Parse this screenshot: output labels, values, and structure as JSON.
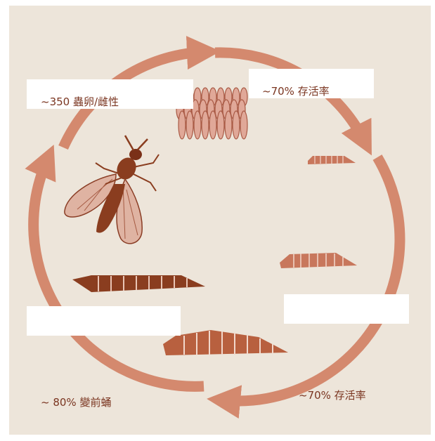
{
  "diagram": {
    "background_color": "#ede5da",
    "arrow_color": "#d4896e",
    "label_color": "#7a3520",
    "stages": [
      {
        "stage": "adult",
        "icon": "fly-icon"
      },
      {
        "stage": "eggs",
        "icon": "eggs-icon"
      },
      {
        "stage": "larva-small",
        "icon": "larva-icon"
      },
      {
        "stage": "larva-medium",
        "icon": "larva-icon"
      },
      {
        "stage": "larva-large",
        "icon": "larva-icon"
      },
      {
        "stage": "prepupa",
        "icon": "larva-icon"
      }
    ],
    "labels": {
      "eggs_per_female": "~350 蟲卵/雌性",
      "survival_top_right": "~70% 存活率",
      "survival_bottom_right": "~70% 存活率",
      "prepupa_bottom_left": "~ 80% 變前蛹"
    }
  }
}
